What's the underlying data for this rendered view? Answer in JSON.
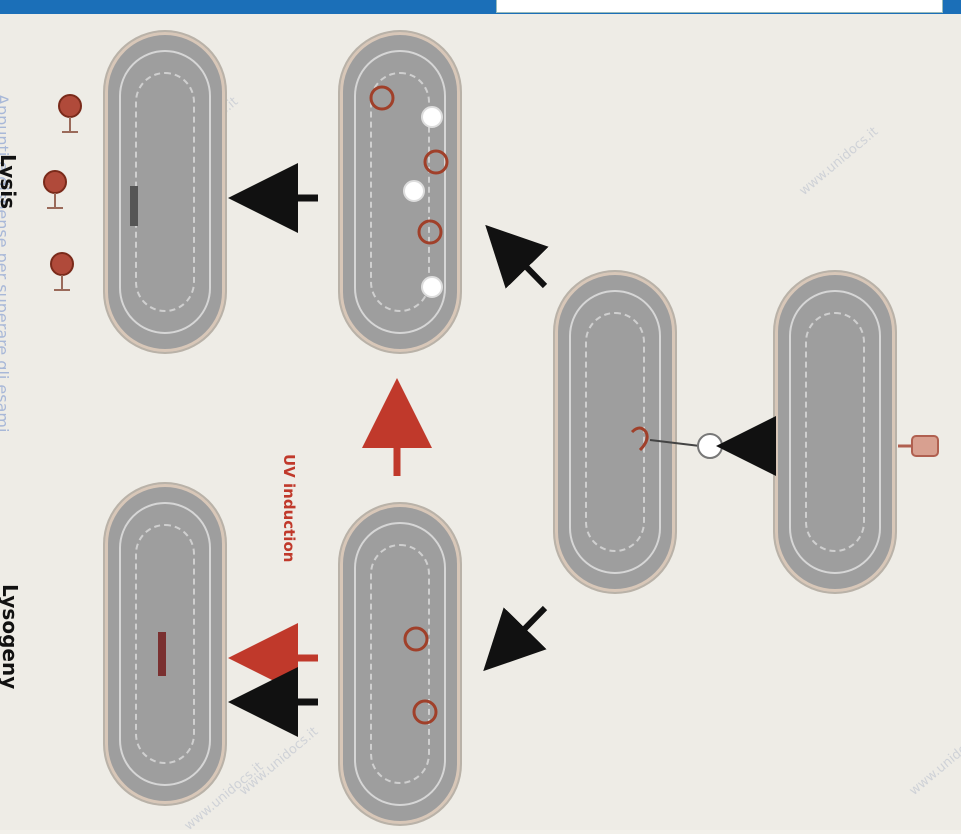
{
  "labels": {
    "lysis": "Lysis",
    "lysogeny": "Lysogeny",
    "uv_induction": "UV induction"
  },
  "watermarks": [
    "www.unidocs.it",
    "www.unidocs.it",
    "www.unidocs.it",
    "www.unidocs.it",
    "www.unidocs.it"
  ],
  "edge_text": "Appunti e dispense per superare gli esami",
  "colors": {
    "cell_fill": "#9e9e9e",
    "arrow_black": "#111111",
    "arrow_red": "#c0392b",
    "phage_red": "#a0402a",
    "background": "#eeece6",
    "top_bar": "#1b6fb8"
  }
}
